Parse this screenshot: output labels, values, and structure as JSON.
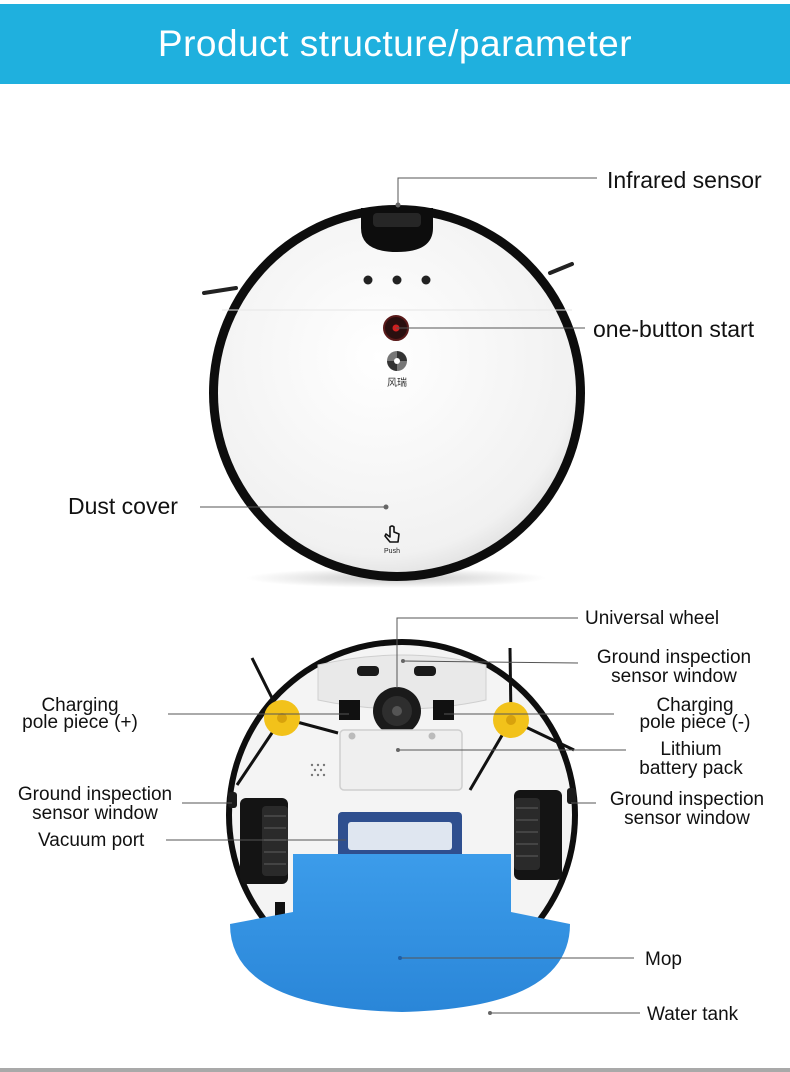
{
  "header": {
    "title": "Product structure/parameter"
  },
  "top_view": {
    "brand": "风瑞",
    "push_text": "Push",
    "labels": {
      "infrared_sensor": "Infrared sensor",
      "one_button_start": "one-button start",
      "dust_cover": "Dust cover"
    }
  },
  "bottom_view": {
    "labels": {
      "universal_wheel": "Universal wheel",
      "ground_inspection_top": [
        "Ground inspection",
        "sensor window"
      ],
      "charging_pos": [
        "Charging",
        "pole piece (+)"
      ],
      "charging_neg": [
        "Charging",
        "pole piece (-)"
      ],
      "lithium_battery": [
        "Lithium",
        "battery pack"
      ],
      "ground_inspection_left": [
        "Ground inspection",
        "sensor window"
      ],
      "ground_inspection_right": [
        "Ground inspection",
        "sensor window"
      ],
      "vacuum_port": "Vacuum port",
      "mop": "Mop",
      "water_tank": "Water tank"
    }
  },
  "colors": {
    "banner": "#1fb0de",
    "robot_rim": "#111111",
    "mop": "#2f8fe0",
    "brush_yellow": "#f2c21a"
  }
}
